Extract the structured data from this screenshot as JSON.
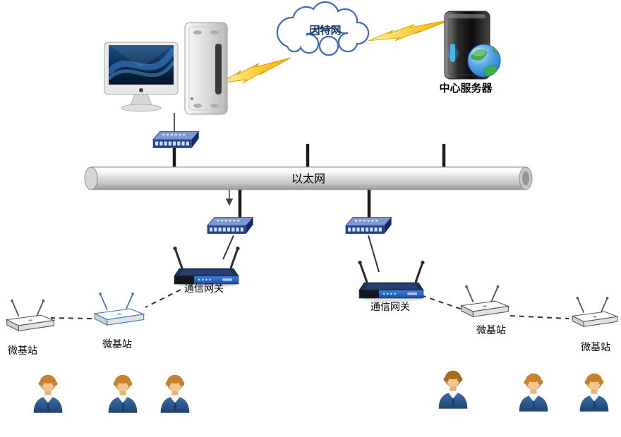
{
  "diagram_type": "network-topology",
  "nodes": {
    "internet_cloud": {
      "label": "因特网"
    },
    "central_server": {
      "label": "中心服务器"
    },
    "ethernet_bus": {
      "label": "以太网"
    },
    "gateway_left": {
      "label": "通信网关"
    },
    "gateway_right": {
      "label": "通信网关"
    },
    "base_station_1": {
      "label": "微基站"
    },
    "base_station_2": {
      "label": "微基站"
    },
    "base_station_3": {
      "label": "微基站"
    },
    "base_station_4": {
      "label": "微基站"
    }
  },
  "unlabeled_nodes": [
    "workstation",
    "switch-top",
    "switch-left",
    "switch-right",
    "user-avatars"
  ],
  "user_groups": {
    "left_count": 3,
    "right_count": 3
  },
  "connections": [
    {
      "from": "workstation",
      "to": "internet_cloud",
      "style": "lightning"
    },
    {
      "from": "internet_cloud",
      "to": "central_server",
      "style": "lightning"
    },
    {
      "from": "workstation",
      "to": "ethernet_bus",
      "style": "solid",
      "via": "switch-top"
    },
    {
      "from": "ethernet_bus",
      "to": "gateway_left",
      "style": "solid",
      "via": "switch-left"
    },
    {
      "from": "ethernet_bus",
      "to": "gateway_right",
      "style": "solid",
      "via": "switch-right"
    },
    {
      "from": "gateway_left",
      "to": "base_station_2",
      "style": "dashed"
    },
    {
      "from": "base_station_2",
      "to": "base_station_1",
      "style": "dashed"
    },
    {
      "from": "gateway_right",
      "to": "base_station_3",
      "style": "dashed"
    },
    {
      "from": "base_station_3",
      "to": "base_station_4",
      "style": "dashed"
    }
  ],
  "colors": {
    "cloud_outline": "#3f6fb5",
    "cloud_label": "#17375e",
    "lightning_yellow": "#ffd34d",
    "switch_blue": "#24418c",
    "router_front_blue": "#2f6fd0",
    "pipe_gray": "#d9d9d9",
    "label_color": "#000000",
    "suit_blue": "#2e5f9e",
    "hair_orange": "#c8822e"
  }
}
